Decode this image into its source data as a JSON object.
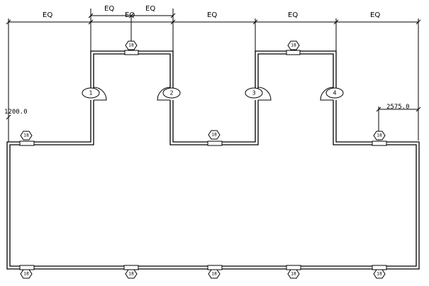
{
  "dimensions": {
    "top_segments": [
      "EQ",
      "EQ",
      "EQ",
      "EQ",
      "EQ"
    ],
    "upper_labels": [
      "EQ",
      "EQ"
    ],
    "height": "1200.0",
    "offset": "2575.0"
  },
  "door_tags": [
    "1",
    "2",
    "3",
    "4"
  ],
  "window_tags": {
    "bay_top": [
      "18",
      "18"
    ],
    "recess": [
      "18"
    ],
    "body_top": [
      "18",
      "18"
    ],
    "bottom": [
      "18",
      "18",
      "18",
      "18",
      "18"
    ]
  }
}
